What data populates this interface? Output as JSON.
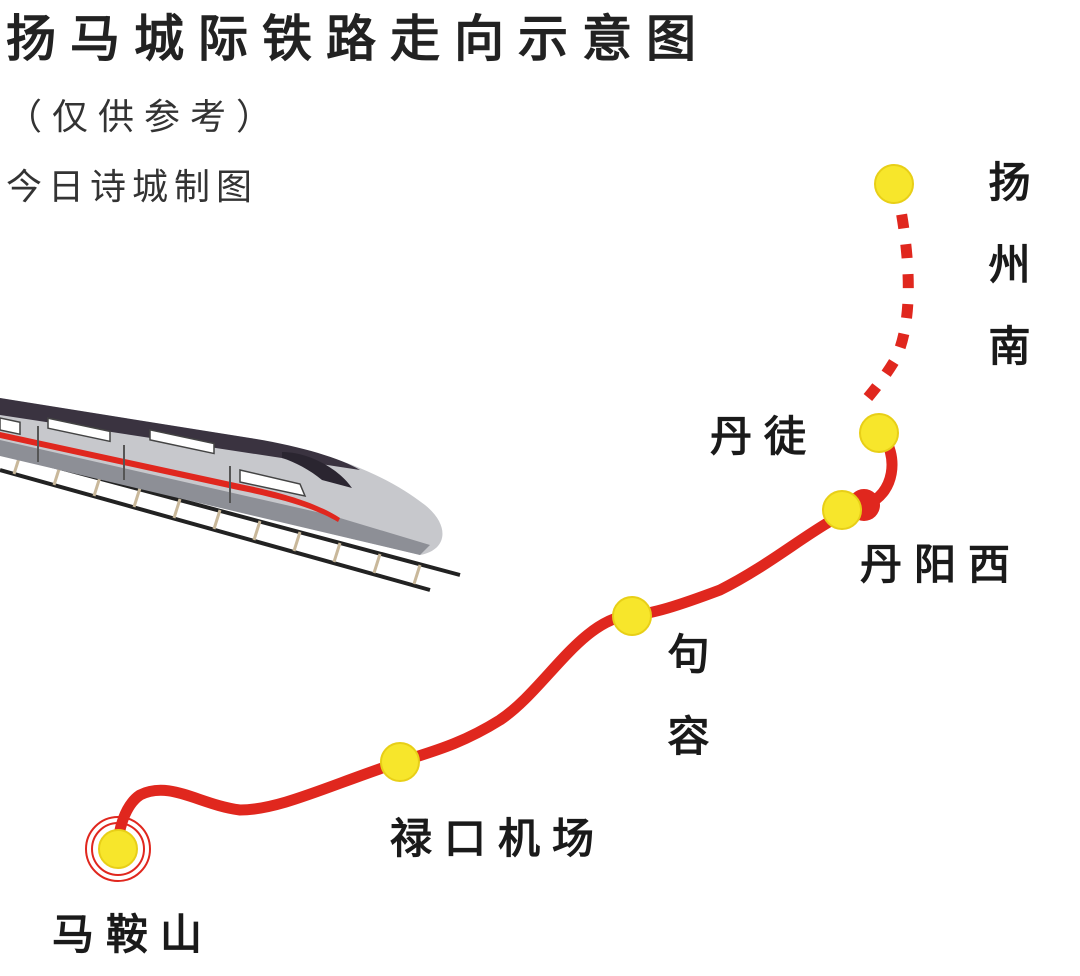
{
  "header": {
    "title": "扬马城际铁路走向示意图",
    "subtitle": "（仅供参考）",
    "credit": "今日诗城制图"
  },
  "map": {
    "line_color": "#e0271e",
    "station_color": "#f7e62b",
    "stations": [
      {
        "name": "扬州南"
      },
      {
        "name": "丹徒"
      },
      {
        "name": "丹阳西"
      },
      {
        "name": "句容"
      },
      {
        "name": "禄口机场"
      },
      {
        "name": "马鞍山"
      }
    ],
    "illustration": "high-speed-train-icon"
  }
}
